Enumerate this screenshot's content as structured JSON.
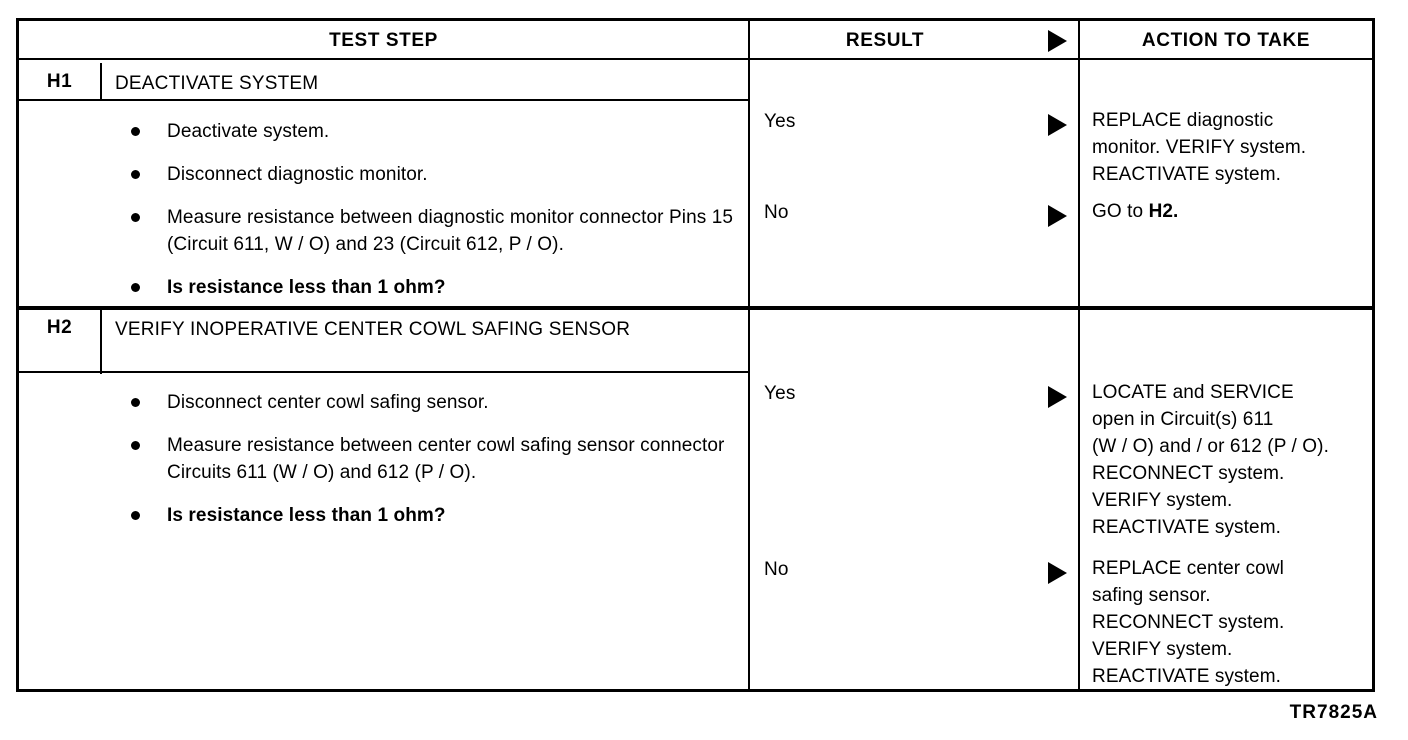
{
  "document": {
    "code": "TR7825A"
  },
  "table": {
    "headers": {
      "test_step": "TEST STEP",
      "result": "RESULT",
      "action": "ACTION TO TAKE",
      "arrow_icon": "right-triangle-icon"
    },
    "steps": [
      {
        "id": "H1",
        "title": "DEACTIVATE SYSTEM",
        "bullets": [
          {
            "text": "Deactivate system.",
            "bold": false
          },
          {
            "text": "Disconnect diagnostic monitor.",
            "bold": false
          },
          {
            "text": "Measure resistance between diagnostic monitor connector Pins 15 (Circuit 611, W / O) and 23 (Circuit 612, P / O).",
            "bold": false
          },
          {
            "text": "Is resistance less than 1 ohm?",
            "bold": true
          }
        ],
        "outcomes": [
          {
            "result": "Yes",
            "arrow_icon": "right-triangle-icon",
            "action_lines": [
              "REPLACE diagnostic",
              "monitor. VERIFY system.",
              "REACTIVATE system."
            ],
            "action_bold_tokens": []
          },
          {
            "result": "No",
            "arrow_icon": "right-triangle-icon",
            "action_lines": [
              "GO to H2."
            ],
            "action_bold_tokens": [
              "H2."
            ]
          }
        ]
      },
      {
        "id": "H2",
        "title": "VERIFY INOPERATIVE CENTER COWL SAFING SENSOR",
        "bullets": [
          {
            "text": "Disconnect center cowl safing sensor.",
            "bold": false
          },
          {
            "text": "Measure resistance between center cowl safing sensor connector Circuits 611 (W / O) and 612 (P / O).",
            "bold": false
          },
          {
            "text": "Is resistance less than 1 ohm?",
            "bold": true
          }
        ],
        "outcomes": [
          {
            "result": "Yes",
            "arrow_icon": "right-triangle-icon",
            "action_lines": [
              "LOCATE and SERVICE",
              "open in Circuit(s) 611",
              "(W / O) and / or 612 (P / O).",
              "RECONNECT system.",
              "VERIFY system.",
              "REACTIVATE system."
            ],
            "action_bold_tokens": []
          },
          {
            "result": "No",
            "arrow_icon": "right-triangle-icon",
            "action_lines": [
              "REPLACE center cowl",
              "safing sensor.",
              "RECONNECT system.",
              "VERIFY system.",
              "REACTIVATE system."
            ],
            "action_bold_tokens": []
          }
        ]
      }
    ]
  },
  "colors": {
    "ink": "#000000",
    "paper": "#ffffff"
  }
}
